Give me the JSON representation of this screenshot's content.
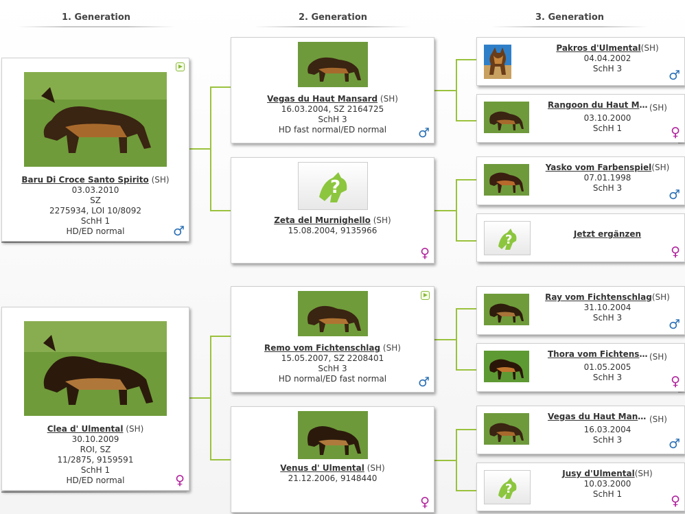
{
  "headers": [
    "1. Generation",
    "2. Generation",
    "3. Generation"
  ],
  "icons": {
    "male": "male-symbol-icon",
    "female": "female-symbol-icon",
    "video": "play-video-icon",
    "unknown": "unknown-dog-placeholder-icon"
  },
  "colors": {
    "connector": "#9ac23c",
    "male": "#2a6fb5",
    "female": "#b0229c"
  },
  "gen1": [
    {
      "name": "Baru Di Croce Santo Spirito",
      "reg": "(SH)",
      "lines": [
        "03.03.2010",
        "SZ",
        "2275934, LOI 10/8092",
        "SchH 1",
        "HD/ED normal"
      ],
      "sex": "♂"
    },
    {
      "name": "Clea d' Ulmental",
      "reg": "(SH)",
      "lines": [
        "30.10.2009",
        "ROI, SZ",
        "11/2875, 9159591",
        "SchH 1",
        "HD/ED normal"
      ],
      "sex": "♀"
    }
  ],
  "gen2": [
    {
      "name": "Vegas du Haut Mansard",
      "reg": "(SH)",
      "lines": [
        "16.03.2004, SZ 2164725",
        "SchH 3",
        "HD fast normal/ED normal"
      ],
      "sex": "♂"
    },
    {
      "name": "Zeta del Murnighello",
      "reg": "(SH)",
      "lines": [
        "15.08.2004, 9135966"
      ],
      "sex": "♀"
    },
    {
      "name": "Remo vom Fichtenschlag",
      "reg": "(SH)",
      "lines": [
        "15.05.2007, SZ 2208401",
        "SchH 3",
        "HD normal/ED fast normal"
      ],
      "sex": "♂"
    },
    {
      "name": "Venus d' Ulmental",
      "reg": "(SH)",
      "lines": [
        "21.12.2006, 9148440"
      ],
      "sex": "♀"
    }
  ],
  "gen3": [
    {
      "name": "Pakros d'Ulmental",
      "reg": "(SH)",
      "lines": [
        "04.04.2002",
        "SchH 3"
      ],
      "sex": "♂"
    },
    {
      "name": "Rangoon du Haut Ma...",
      "reg": "(SH)",
      "lines": [
        "03.10.2000",
        "SchH 1"
      ],
      "sex": "♀"
    },
    {
      "name": "Yasko vom Farbenspiel",
      "reg": "(SH)",
      "lines": [
        "07.01.1998",
        "SchH 3"
      ],
      "sex": "♂"
    },
    {
      "name": "Jetzt ergänzen",
      "reg": "",
      "lines": [],
      "sex": "♀"
    },
    {
      "name": "Ray vom Fichtenschlag",
      "reg": "(SH)",
      "lines": [
        "31.10.2004",
        "SchH 3"
      ],
      "sex": "♂"
    },
    {
      "name": "Thora vom Fichtensc...",
      "reg": "(SH)",
      "lines": [
        "01.05.2005",
        "SchH 3"
      ],
      "sex": "♀"
    },
    {
      "name": "Vegas du Haut Mans...",
      "reg": "(SH)",
      "lines": [
        "16.03.2004",
        "SchH 3"
      ],
      "sex": "♂"
    },
    {
      "name": "Jusy d'Ulmental",
      "reg": "(SH)",
      "lines": [
        "10.03.2000",
        "SchH 1"
      ],
      "sex": "♀"
    }
  ]
}
